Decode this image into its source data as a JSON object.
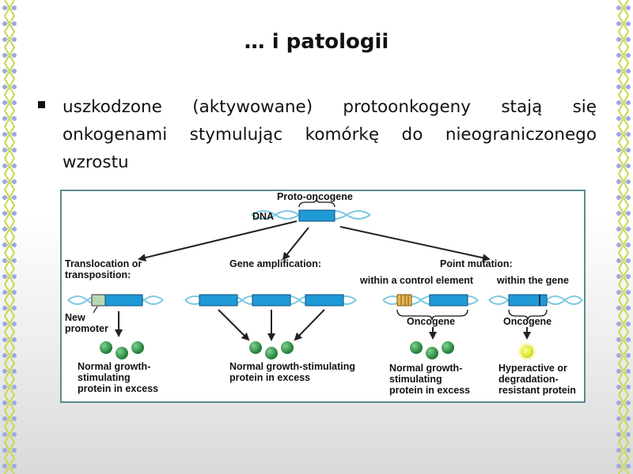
{
  "slide": {
    "title": "… i patologii",
    "bullet": "uszkodzone (aktywowane) protoonkogeny stają się onkogenami stymulując komórkę do nieograniczonego wzrostu"
  },
  "diagram": {
    "proto_oncogene": "Proto-oncogene",
    "dna": "DNA",
    "translocation_1": "Translocation or",
    "translocation_2": "transposition:",
    "amplification": "Gene amplification:",
    "point_mutation": "Point mutation:",
    "within_control": "within a control element",
    "within_gene": "within the gene",
    "new_1": "New",
    "new_2": "promoter",
    "oncogene": "Oncogene",
    "normal_1": "Normal growth-",
    "normal_2": "stimulating",
    "normal_3": "protein in excess",
    "amp_1": "Normal growth-stimulating",
    "amp_2": "protein in excess",
    "hyper_1": "Hyperactive or",
    "hyper_2": "degradation-",
    "hyper_3": "resistant protein"
  },
  "colors": {
    "gene": "#1e9ad6",
    "dna_strand": "#7cc8e0",
    "protein": "#2e9b49",
    "hyperactive_protein": "#e6ea3a",
    "promoter": "#b9d9b5",
    "control_element": "#e8b650",
    "figure_border": "#5a8d8f",
    "edge_bead": "#9aa9e6",
    "edge_strand": "#c9d84a"
  }
}
